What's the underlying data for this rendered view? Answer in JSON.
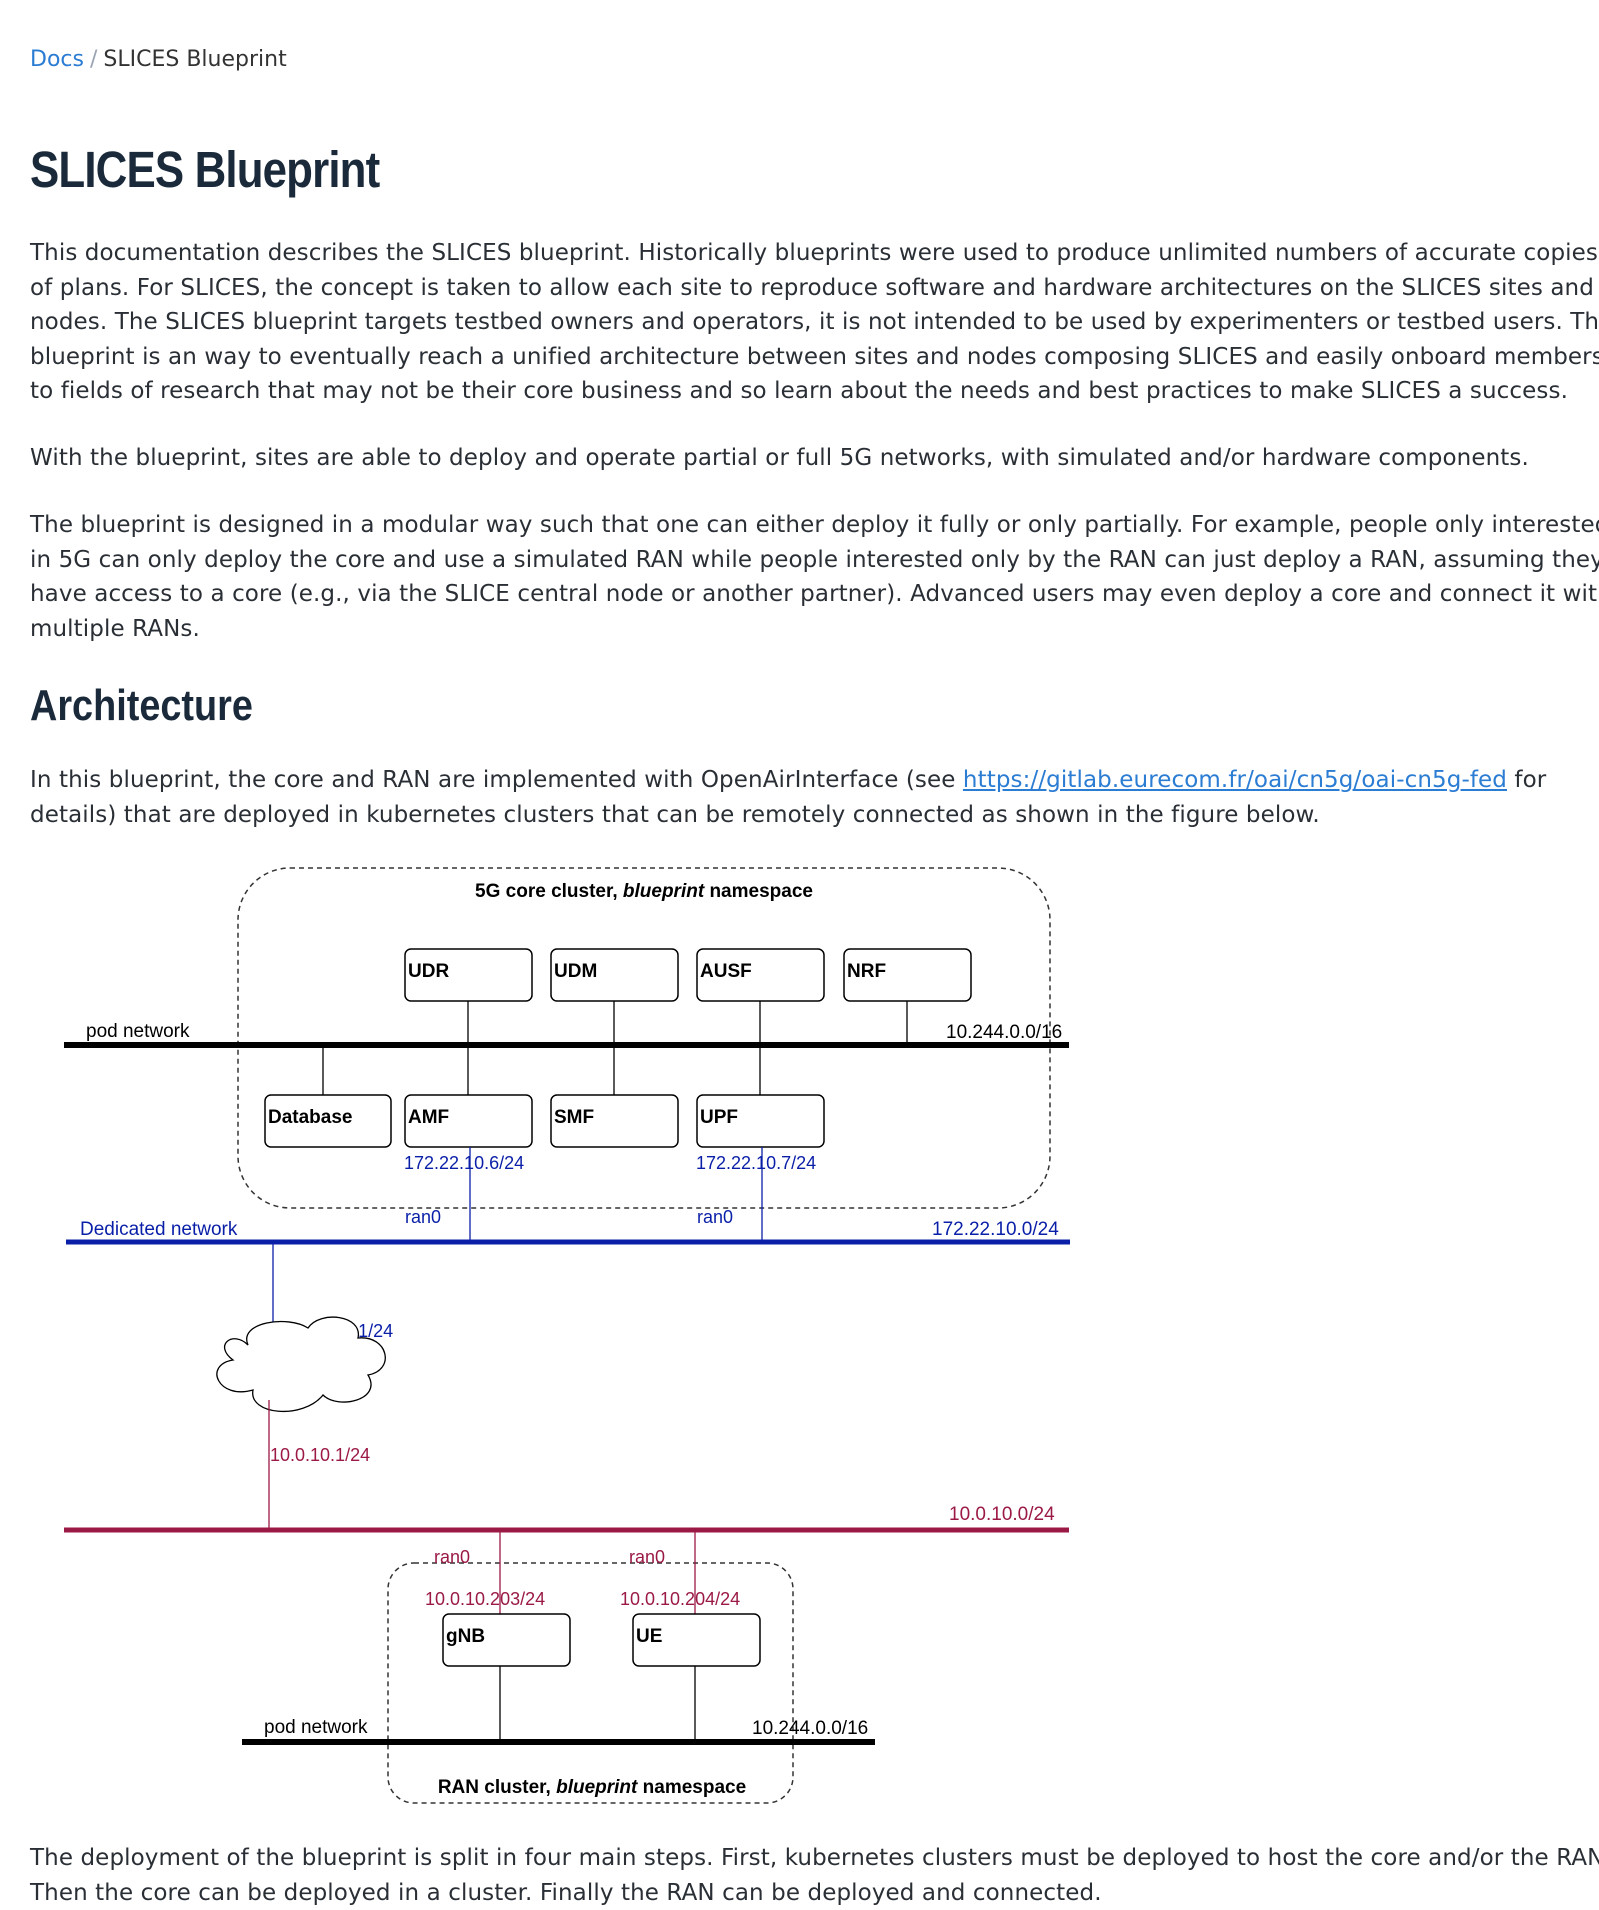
{
  "breadcrumb": {
    "root": "Docs",
    "separator": "/",
    "current": "SLICES Blueprint"
  },
  "title": "SLICES Blueprint",
  "intro": {
    "p1": "This documentation describes the SLICES blueprint. Historically blueprints were used to produce unlimited numbers of accurate copies of plans. For SLICES, the concept is taken to allow each site to reproduce software and hardware architectures on the SLICES sites and nodes. The SLICES blueprint targets testbed owners and operators, it is not intended to be used by experimenters or testbed users. The blueprint is an way to eventually reach a unified architecture between sites and nodes composing SLICES and easily onboard members to fields of research that may not be their core business and so learn about the needs and best practices to make SLICES a success.",
    "p2": "With the blueprint, sites are able to deploy and operate partial or full 5G networks, with simulated and/or hardware components.",
    "p3": "The blueprint is designed in a modular way such that one can either deploy it fully or only partially. For example, people only interested in 5G can only deploy the core and use a simulated RAN while people interested only by the RAN can just deploy a RAN, assuming they have access to a core (e.g., via the SLICE central node or another partner). Advanced users may even deploy a core and connect it with multiple RANs."
  },
  "architecture": {
    "heading": "Architecture",
    "text_before": "In this blueprint, the core and RAN are implemented with OpenAirInterface (see ",
    "link": "https://gitlab.eurecom.fr/oai/cn5g/oai-cn5g-fed",
    "text_after": " for details) that are deployed in kubernetes clusters that can be remotely connected as shown in the figure below."
  },
  "diagram": {
    "core_cluster": {
      "label_pre": "5G core cluster, ",
      "label_em": "blueprint",
      "label_post": " namespace"
    },
    "ran_cluster": {
      "label_pre": "RAN cluster, ",
      "label_em": "blueprint",
      "label_post": " namespace"
    },
    "core_nfs": [
      "UDR",
      "UDM",
      "AUSF",
      "NRF"
    ],
    "core_lower": [
      "Database",
      "AMF",
      "SMF",
      "UPF"
    ],
    "ran_nfs": [
      "gNB",
      "UE"
    ],
    "pod_network_label": "pod network",
    "pod_network_subnet": "10.244.0.0/16",
    "dedicated_network_label": "Dedicated network",
    "dedicated_subnet": "172.22.10.0/24",
    "amf_ip": "172.22.10.6/24",
    "upf_ip": "172.22.10.7/24",
    "iface": "ran0",
    "router_ip_top": "172.22.10.1/24",
    "router_ip_bottom": "10.0.10.1/24",
    "ran_subnet": "10.0.10.0/24",
    "gnb_ip": "10.0.10.203/24",
    "ue_ip": "10.0.10.204/24",
    "colors": {
      "dedicated": "#0a1fa8",
      "ran": "#9b1a45",
      "pod": "#000000"
    }
  },
  "deployment_text": "The deployment of the blueprint is split in four main steps. First, kubernetes clusters must be deployed to host the core and/or the RAN. Then the core can be deployed in a cluster. Finally the RAN can be deployed and connected."
}
